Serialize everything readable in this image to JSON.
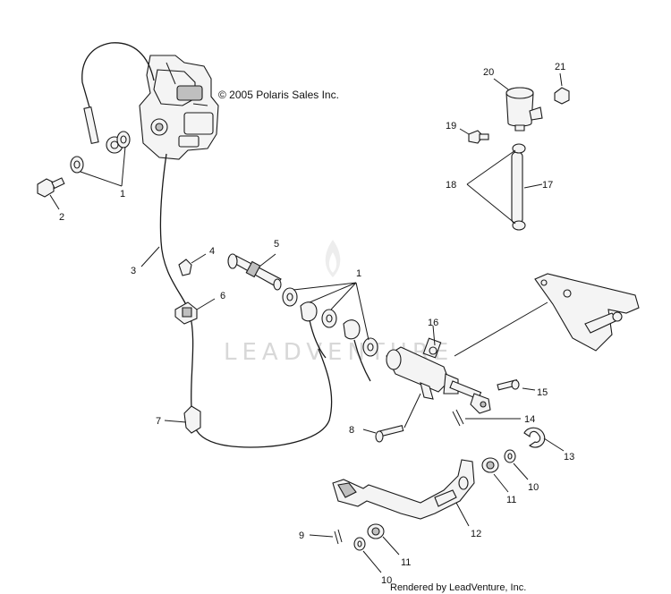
{
  "copyright": "© 2005 Polaris Sales Inc.",
  "watermark": "LEADVENTURE",
  "footer": "Rendered by LeadVenture, Inc.",
  "callouts": [
    {
      "id": "c1a",
      "label": "1"
    },
    {
      "id": "c2",
      "label": "2"
    },
    {
      "id": "c3",
      "label": "3"
    },
    {
      "id": "c4",
      "label": "4"
    },
    {
      "id": "c5",
      "label": "5"
    },
    {
      "id": "c1b",
      "label": "1"
    },
    {
      "id": "c6",
      "label": "6"
    },
    {
      "id": "c7",
      "label": "7"
    },
    {
      "id": "c8",
      "label": "8"
    },
    {
      "id": "c9",
      "label": "9"
    },
    {
      "id": "c10a",
      "label": "10"
    },
    {
      "id": "c10b",
      "label": "10"
    },
    {
      "id": "c11a",
      "label": "11"
    },
    {
      "id": "c11b",
      "label": "11"
    },
    {
      "id": "c12",
      "label": "12"
    },
    {
      "id": "c13",
      "label": "13"
    },
    {
      "id": "c14",
      "label": "14"
    },
    {
      "id": "c15",
      "label": "15"
    },
    {
      "id": "c16",
      "label": "16"
    },
    {
      "id": "c17",
      "label": "17"
    },
    {
      "id": "c18",
      "label": "18"
    },
    {
      "id": "c19",
      "label": "19"
    },
    {
      "id": "c20",
      "label": "20"
    },
    {
      "id": "c21",
      "label": "21"
    }
  ]
}
